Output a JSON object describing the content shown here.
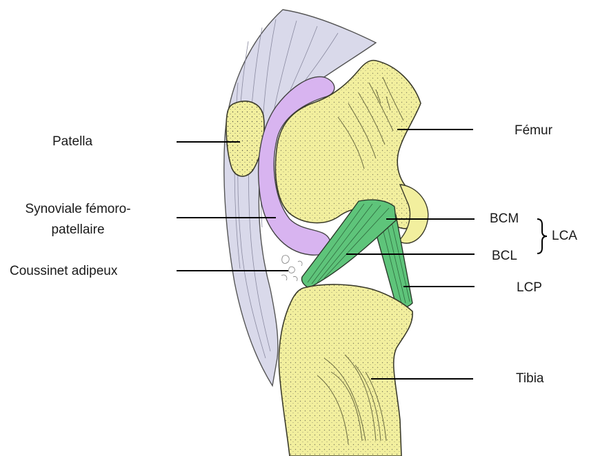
{
  "labels": {
    "patella": "Patella",
    "synoviale_line1": "Synoviale fémoro-",
    "synoviale_line2": "patellaire",
    "coussinet": "Coussinet adipeux",
    "femur": "Fémur",
    "bcm": "BCM",
    "bcl": "BCL",
    "lca": "LCA",
    "lcp": "LCP",
    "tibia": "Tibia"
  },
  "colors": {
    "bone": "#f2ef9e",
    "bone_outline": "#3a3a2a",
    "tendon": "#d9d9ea",
    "synovial": "#d8b4f0",
    "ligament": "#5ec47a",
    "leader_line": "#000000"
  }
}
